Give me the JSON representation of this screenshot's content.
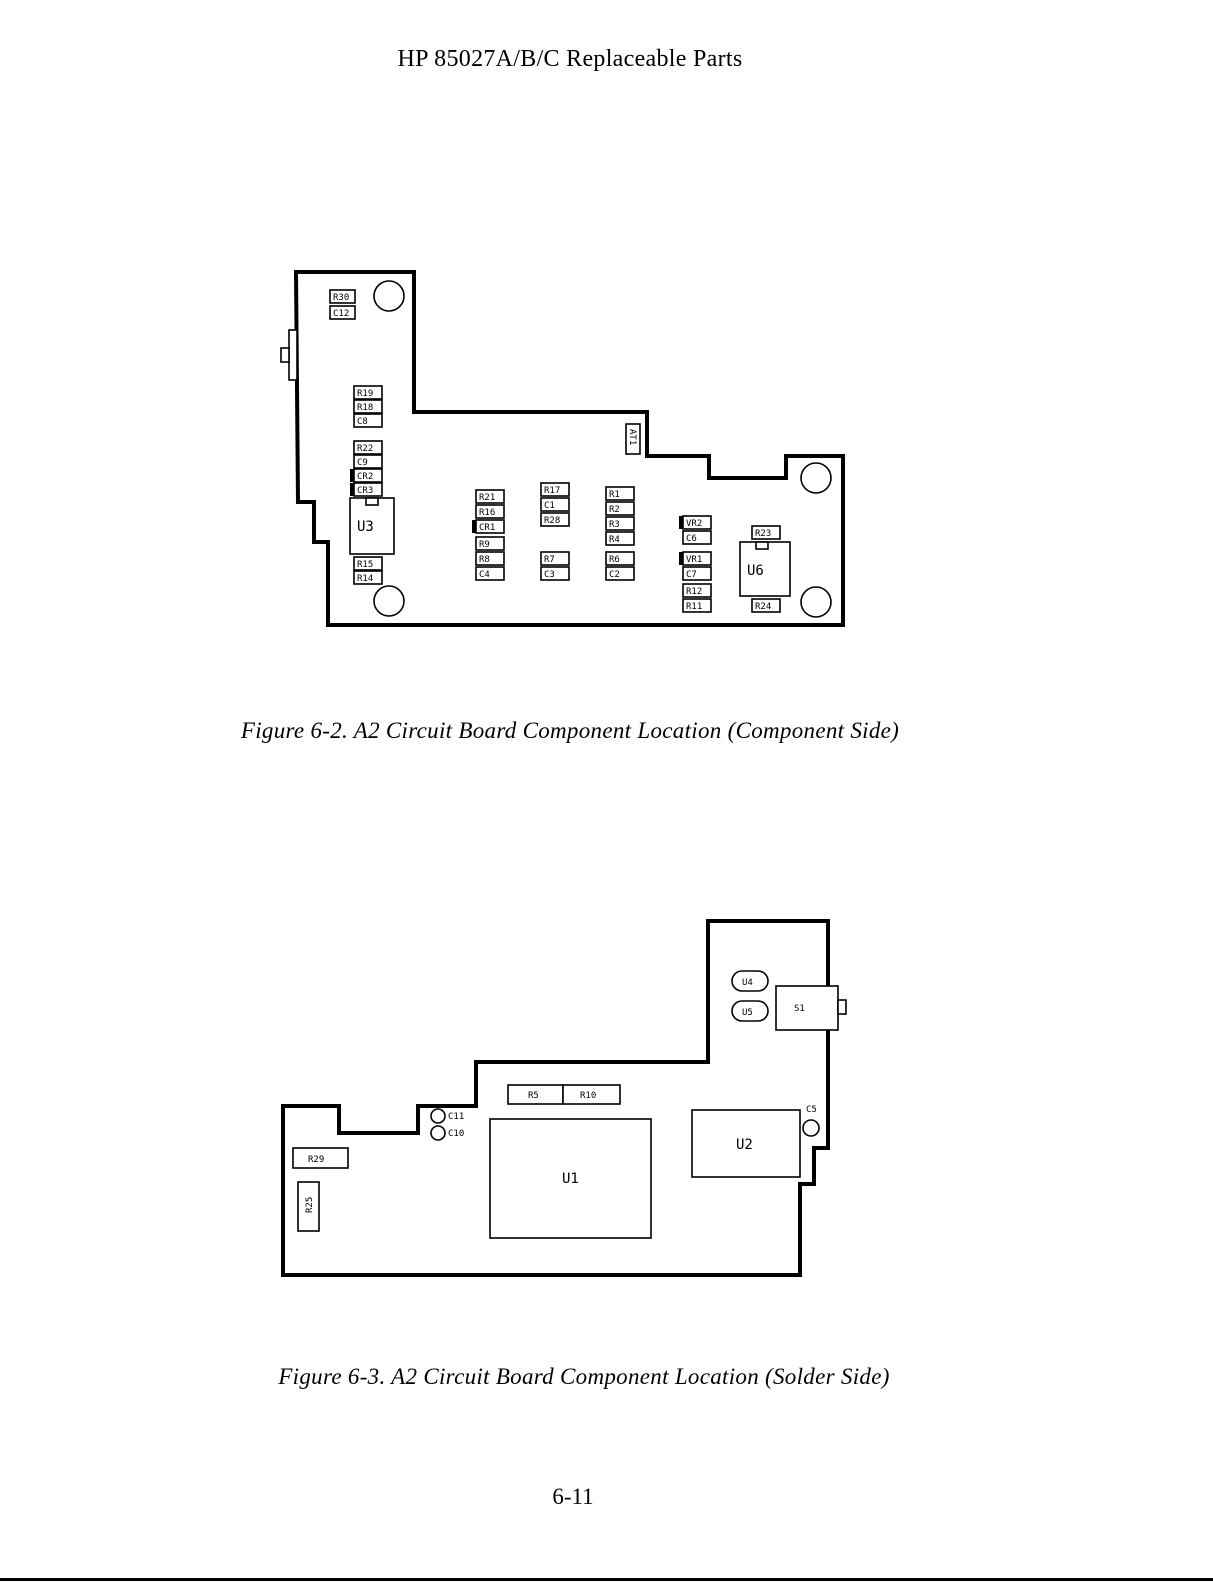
{
  "header": "HP 85027A/B/C  Replaceable Parts",
  "figure_component_side": {
    "caption": "Figure 6-2.  A2 Circuit Board Component Location (Component Side)",
    "labels": {
      "R30": "R30",
      "C12": "C12",
      "R19": "R19",
      "R18": "R18",
      "C8": "C8",
      "R22": "R22",
      "C9": "C9",
      "CR2": "CR2",
      "CR3": "CR3",
      "U3": "U3",
      "R15": "R15",
      "R14": "R14",
      "R21": "R21",
      "R16": "R16",
      "CR1": "CR1",
      "R9": "R9",
      "R8": "R8",
      "C4": "C4",
      "R17": "R17",
      "C1": "C1",
      "R28": "R28",
      "R7": "R7",
      "C3": "C3",
      "R1": "R1",
      "R2": "R2",
      "R3": "R3",
      "R4": "R4",
      "R6": "R6",
      "C2": "C2",
      "AT1": "AT1",
      "VR2": "VR2",
      "C6": "C6",
      "VR1": "VR1",
      "C7": "C7",
      "R12": "R12",
      "R11": "R11",
      "R23": "R23",
      "U6": "U6",
      "R24": "R24"
    }
  },
  "figure_solder_side": {
    "caption": "Figure 6-3.  A2 Circuit Board Component Location (Solder Side)",
    "labels": {
      "U4": "U4",
      "U5": "U5",
      "S1": "S1",
      "R5": "R5",
      "R10": "R10",
      "C11": "C11",
      "C10": "C10",
      "C5": "C5",
      "U1": "U1",
      "U2": "U2",
      "R29": "R29",
      "R25": "R25"
    }
  },
  "page_number": "6-11"
}
